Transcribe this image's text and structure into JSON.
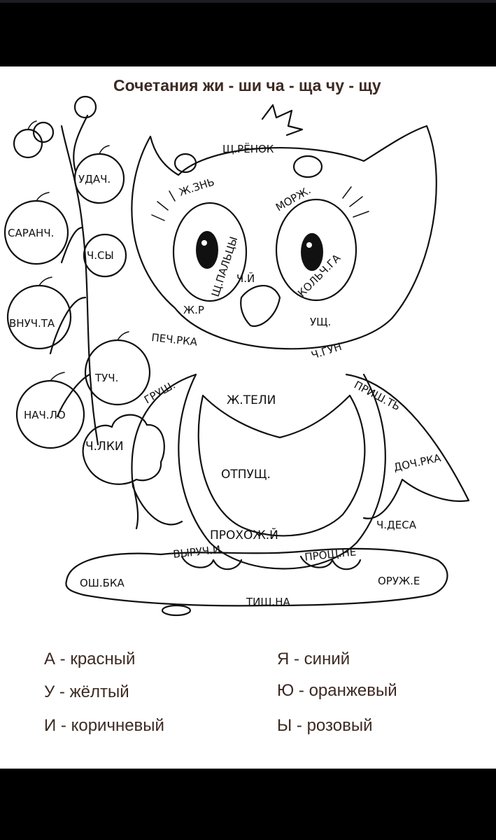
{
  "title": "Сочетания  жи - ши  ча - ща  чу - щу",
  "words": {
    "schenok": "Щ.РЁНОК",
    "zhizn": "Ж.ЗНЬ",
    "morzh": "МОРЖ.",
    "palcy": "Щ.ПАЛЬЦЫ",
    "kolcha": "КОЛЬЧ.ГА",
    "chay": "Ч.Й",
    "zhar": "Ж.Р",
    "uschu": "УЩ.",
    "pechka": "ПЕЧ.РКА",
    "chugun": "Ч.ГУН",
    "udachi": "УДАЧ.",
    "sarancha": "САРАНЧ.",
    "chasy": "Ч.СЫ",
    "vnuchata": "ВНУЧ.ТА",
    "tuchi": "ТУЧ.",
    "nachalo": "НАЧ.ЛО",
    "grushi": "ГРУШ.",
    "zhiteli": "Ж.ТЕЛИ",
    "prishit": "ПРИШ.ТЬ",
    "chalki": "Ч.ЛКИ",
    "otpushu": "ОТПУЩ.",
    "dochurka": "ДОЧ.РКА",
    "prohozhiy": "ПРОХОЖ.Й",
    "chudesa": "Ч.ДЕСА",
    "vyruchi": "ВЫРУЧ.И",
    "proshanie": "ПРОЩ.НЕ",
    "oshibka": "ОШ.БКА",
    "oruzhie": "ОРУЖ.Е",
    "tishina": "ТИШ.НА"
  },
  "legend": [
    {
      "left": "А - красный",
      "right": "Я - синий"
    },
    {
      "left": "У - жёлтый",
      "right": "Ю - оранжевый"
    },
    {
      "left": "И - коричневый",
      "right": "Ы - розовый"
    }
  ]
}
